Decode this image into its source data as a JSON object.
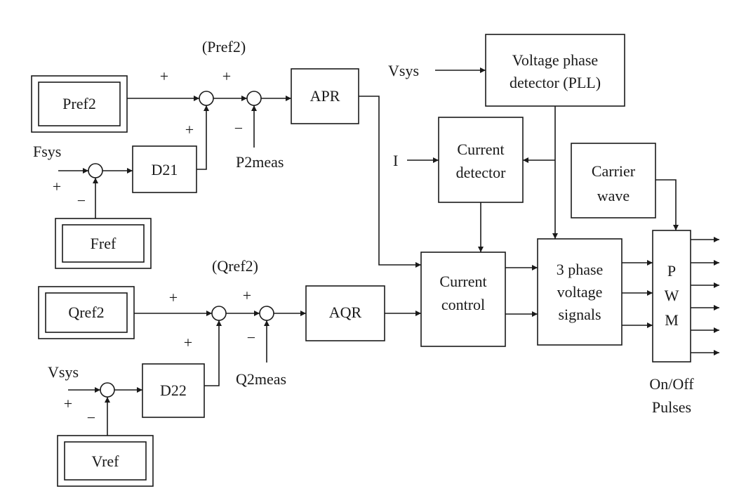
{
  "blocks": {
    "pref2_source": "Pref2",
    "fref_source": "Fref",
    "qref2_source": "Qref2",
    "vref_source": "Vref",
    "d21": "D21",
    "d22": "D22",
    "apr": "APR",
    "aqr": "AQR",
    "pll": [
      "Voltage phase",
      "detector (PLL)"
    ],
    "current_detector": [
      "Current",
      "detector"
    ],
    "current_control": [
      "Current",
      "control"
    ],
    "carrier_wave": [
      "Carrier",
      "wave"
    ],
    "three_phase": [
      "3 phase",
      "voltage",
      "signals"
    ],
    "pwm": [
      "P",
      "W",
      "M"
    ]
  },
  "inputs": {
    "fsys": "Fsys",
    "vsys_lower": "Vsys",
    "vsys_top": "Vsys",
    "current": "I",
    "p2meas": "P2meas",
    "q2meas": "Q2meas"
  },
  "labels": {
    "pref2_node": "(Pref2)",
    "qref2_node": "(Qref2)",
    "output": [
      "On/Off",
      "Pulses"
    ]
  },
  "signs": {
    "plus": "+",
    "minus": "−"
  }
}
